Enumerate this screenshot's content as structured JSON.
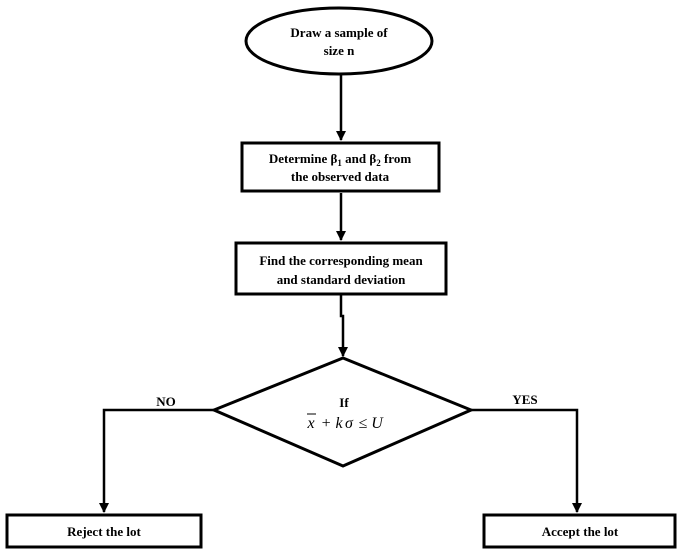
{
  "nodes": {
    "start": {
      "line1": "Draw a sample of",
      "line2": "size n"
    },
    "determine": {
      "prefix": "Determine β",
      "sub1": "1",
      "middle": " and β",
      "sub2": "2",
      "suffix": " from",
      "line2": "the observed data"
    },
    "find": {
      "line1": "Find the corresponding mean",
      "line2": "and standard deviation"
    },
    "decision": {
      "line1": "If",
      "condition": {
        "x": "x",
        "plus": "+",
        "k": "k",
        "sigma": "σ",
        "leq": "≤",
        "U": "U"
      }
    },
    "reject": {
      "label": "Reject the lot"
    },
    "accept": {
      "label": "Accept the lot"
    }
  },
  "edges": {
    "no_label": "NO",
    "yes_label": "YES"
  }
}
